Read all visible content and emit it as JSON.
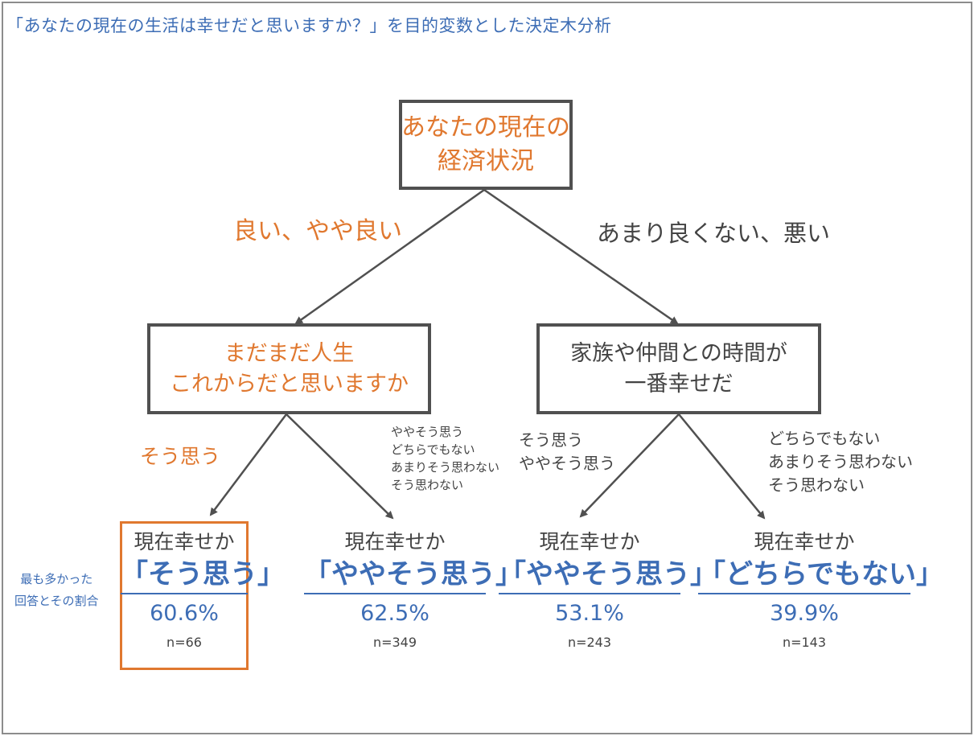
{
  "title": "「あなたの現在の生活は幸せだと思いますか？」を目的変数とした決定木分析",
  "root": {
    "line1": "あなたの現在の",
    "line2": "経済状況"
  },
  "branch_left": "良い、やや良い",
  "branch_right": "あまり良くない、悪い",
  "node_left": {
    "line1": "まだまだ人生",
    "line2": "これからだと思いますか"
  },
  "node_right": {
    "line1": "家族や仲間との時間が",
    "line2": "一番幸せだ"
  },
  "branch_ll": "そう思う",
  "branch_lr": [
    "ややそう思う",
    "どちらでもない",
    "あまりそう思わない",
    "そう思わない"
  ],
  "branch_rl": [
    "そう思う",
    "ややそう思う"
  ],
  "branch_rr": [
    "どちらでもない",
    "あまりそう思わない",
    "そう思わない"
  ],
  "leaves": [
    {
      "question": "現在幸せか",
      "answer": "「そう思う」",
      "percent": "60.6%",
      "n": "n=66"
    },
    {
      "question": "現在幸せか",
      "answer": "「ややそう思う」",
      "percent": "62.5%",
      "n": "n=349"
    },
    {
      "question": "現在幸せか",
      "answer": "「ややそう思う」",
      "percent": "53.1%",
      "n": "n=243"
    },
    {
      "question": "現在幸せか",
      "answer": "「どちらでもない」",
      "percent": "39.9%",
      "n": "n=143"
    }
  ],
  "note": {
    "line1": "最も多かった",
    "line2": "回答とその割合"
  },
  "colors": {
    "orange": "#e0782f",
    "blue": "#3d6db5",
    "dark": "#505050",
    "text": "#444444"
  }
}
